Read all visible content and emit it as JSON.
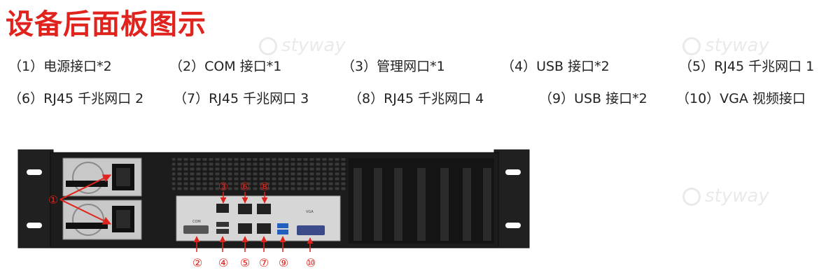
{
  "title": "设备后面板图示",
  "legend": [
    {
      "label": "（1）电源接口*2"
    },
    {
      "label": "（2）COM 接口*1"
    },
    {
      "label": "（3）管理网口*1"
    },
    {
      "label": "（4）USB 接口*2"
    },
    {
      "label": "（5）RJ45 千兆网口 1"
    },
    {
      "label": "（6）RJ45 千兆网口 2"
    },
    {
      "label": "（7）RJ45 千兆网口 3"
    },
    {
      "label": "（8）RJ45 千兆网口 4"
    },
    {
      "label": "（9）USB 接口*2"
    },
    {
      "label": "（10）VGA 视频接口"
    }
  ],
  "callouts": {
    "n1": "①",
    "n2": "②",
    "n3": "③",
    "n4": "④",
    "n5": "⑤",
    "n6": "⑥",
    "n7": "⑦",
    "n8": "⑧",
    "n9": "⑨",
    "n10": "⑩"
  },
  "panel_labels": {
    "com": "COM",
    "vga": "VGA"
  },
  "watermark": "styway",
  "colors": {
    "title": "#e0231c",
    "callout": "#e0231c",
    "chassis": "#1c1c1c"
  }
}
